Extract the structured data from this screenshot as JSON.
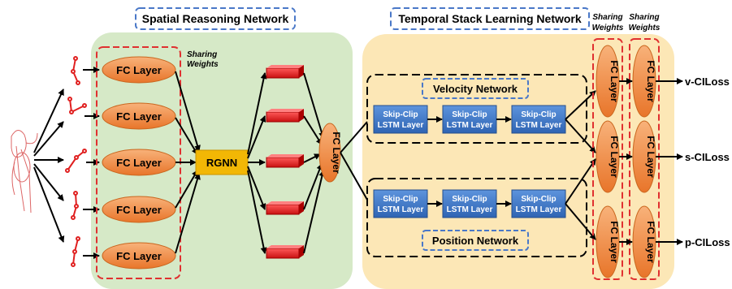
{
  "spatial": {
    "title": "Spatial Reasoning Network",
    "sharing_label_line1": "Sharing",
    "sharing_label_line2": "Weights",
    "fc_layers": [
      "FC Layer",
      "FC Layer",
      "FC Layer",
      "FC Layer",
      "FC Layer"
    ],
    "rgnn_label": "RGNN",
    "fc_merge_label": "FC Layer"
  },
  "temporal": {
    "title": "Temporal Stack Learning Network",
    "velocity_label": "Velocity Network",
    "position_label": "Position Network",
    "lstm_line1": "Skip-Clip",
    "lstm_line2": "LSTM Layer",
    "sharing_label_line1": "Sharing",
    "sharing_label_line2": "Weights",
    "fc_label": "FC Layer"
  },
  "losses": [
    "v-CILoss",
    "s-CILoss",
    "p-CILoss"
  ],
  "colors": {
    "spatial_bg": "#d5e8c6",
    "temporal_bg": "#fbe6b4",
    "fc_orange": "#f08a3a",
    "rgnn_gold": "#f2b705",
    "lstm_blue": "#3f78c7",
    "red_dash": "#e03030",
    "blue_dash": "#4a78c8"
  }
}
